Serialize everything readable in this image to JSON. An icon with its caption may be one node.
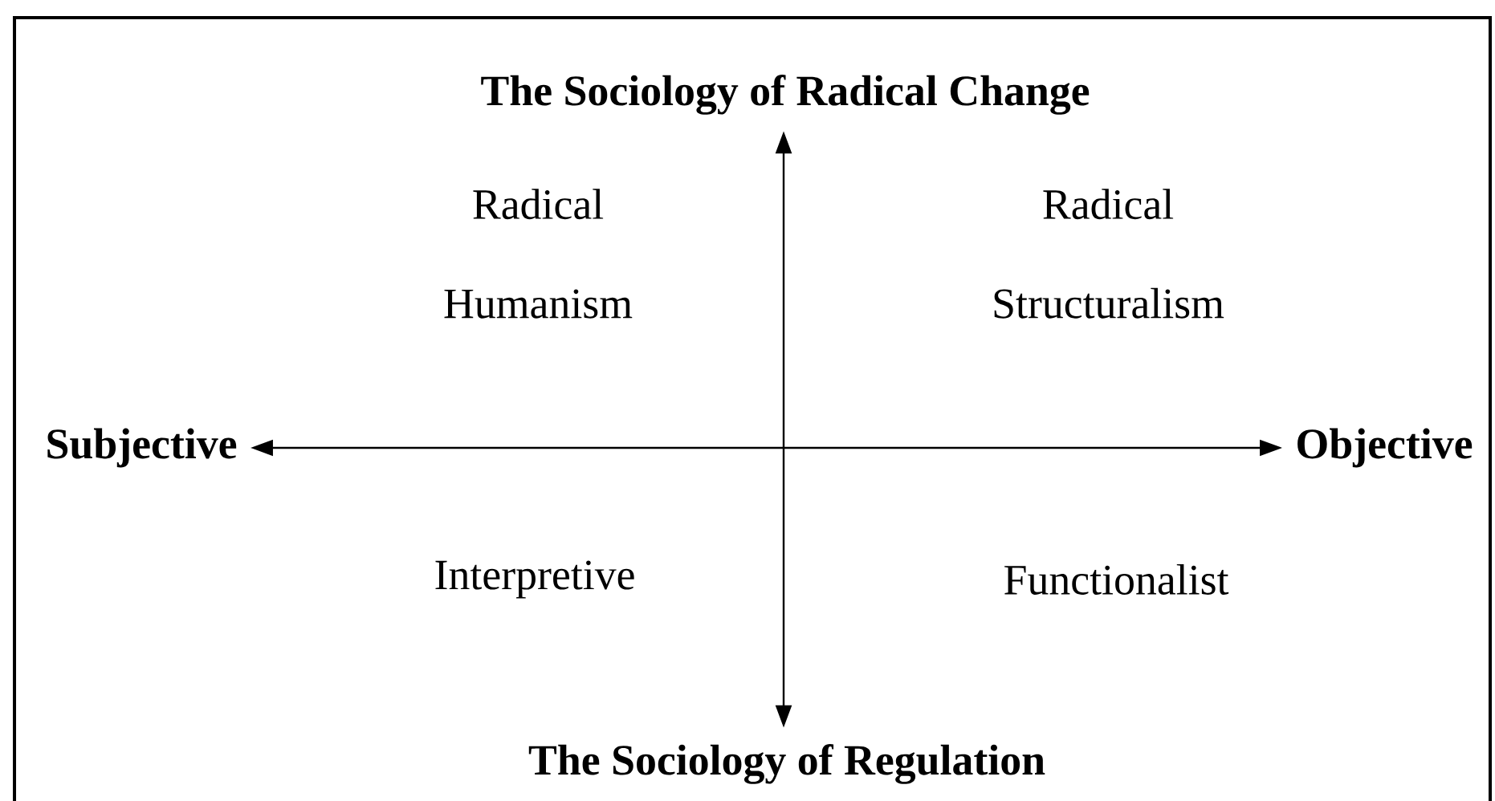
{
  "diagram": {
    "nodes": [
      {
        "text": [
          "The Sociology of Radical Change"
        ]
      },
      {
        "text": [
          "Subjective"
        ]
      },
      {
        "text": [
          "Objective"
        ]
      },
      {
        "text": [
          "The Sociology of Regulation"
        ]
      }
    ],
    "edges": [
      {
        "from": 0,
        "to": 3,
        "arrow": "both"
      },
      {
        "from": 1,
        "to": 2,
        "arrow": "both"
      }
    ],
    "labels": [
      "Radical Humanism",
      "Radical Structuralism",
      "Interpretive",
      "Functionalist"
    ]
  }
}
